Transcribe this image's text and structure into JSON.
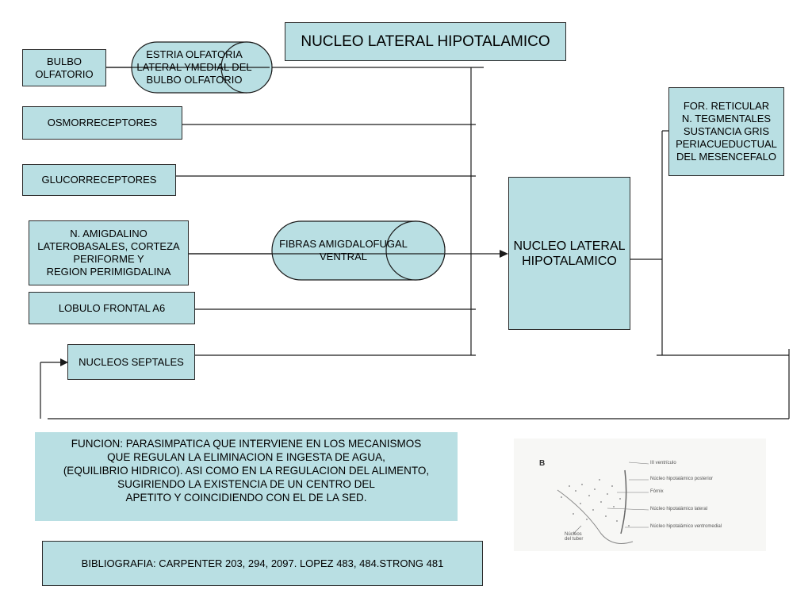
{
  "title": "NUCLEO LATERAL HIPOTALAMICO",
  "inputs": {
    "bulbo": "BULBO\nOLFATORIO",
    "osmo": "OSMORRECEPTORES",
    "gluco": "GLUCORRECEPTORES",
    "amigdalino": "N. AMIGDALINO\nLATEROBASALES, CORTEZA\nPERIFORME Y\nREGION PERIMIGDALINA",
    "lobulo": "LOBULO FRONTAL A6",
    "septales": "NUCLEOS SEPTALES"
  },
  "pathways": {
    "estria": "ESTRIA OLFATORIA\nLATERAL YMEDIAL DEL\nBULBO OLFATORIO",
    "fibras": "FIBRAS AMIGDALOFUGAL\nVENTRAL"
  },
  "center": "NUCLEO LATERAL\nHIPOTALAMICO",
  "output": "FOR. RETICULAR\nN. TEGMENTALES\nSUSTANCIA GRIS\nPERIACUEDUCTUAL\nDEL MESENCEFALO",
  "funcion": "FUNCION:  PARASIMPATICA QUE INTERVIENE EN LOS MECANISMOS\nQUE REGULAN LA ELIMINACION E INGESTA DE AGUA,\n(EQUILIBRIO HIDRICO). ASI COMO EN LA REGULACION DEL ALIMENTO,\nSUGIRIENDO LA EXISTENCIA DE UN CENTRO DEL\nAPETITO Y COINCIDIENDO CON EL DE LA SED.",
  "bibliografia": "BIBLIOGRAFIA: CARPENTER  203, 294, 2097. LOPEZ 483, 484.STRONG 481",
  "figure": {
    "panel_letter": "B",
    "labels": {
      "ventricle": "III ventrículo",
      "posterior": "Núcleo hipotalámico posterior",
      "fornix": "Fórnix",
      "lateral": "Núcleo hipotalámico lateral",
      "ventromedial": "Núcleo hipotalámico ventromedial",
      "tuber": "Núcleos\ndel tuber"
    }
  },
  "colors": {
    "box_fill": "#b9dfe3",
    "line": "#1a1a1a"
  }
}
